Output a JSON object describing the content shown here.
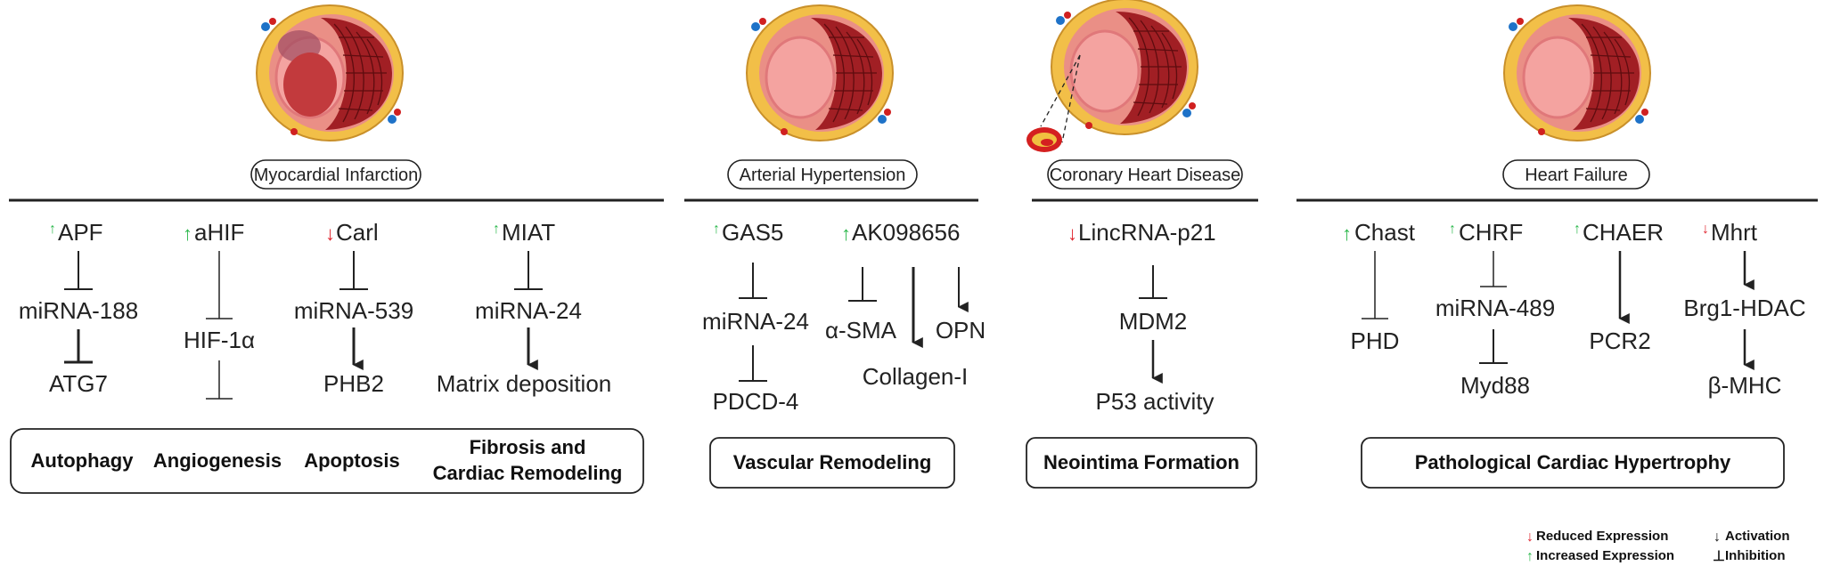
{
  "colors": {
    "up": "#2db84d",
    "down": "#e0262f",
    "ink": "#222222"
  },
  "panels": {
    "mi": {
      "disease": "Myocardial Infarction",
      "col1": {
        "gene": "APF",
        "mid": "miRNA-188",
        "target": "ATG7",
        "effect": "Autophagy"
      },
      "col2": {
        "gene": "aHIF",
        "mid": "HIF-1α",
        "effect": "Angiogenesis"
      },
      "col3": {
        "gene": "Carl",
        "mid": "miRNA-539",
        "target": "PHB2",
        "effect": "Apoptosis"
      },
      "col4": {
        "gene": "MIAT",
        "mid": "miRNA-24",
        "target": "Matrix deposition",
        "effect1": "Fibrosis and",
        "effect2": "Cardiac Remodeling"
      }
    },
    "ah": {
      "disease": "Arterial Hypertension",
      "col1": {
        "gene": "GAS5",
        "mid": "miRNA-24",
        "target": "PDCD-4"
      },
      "col2": {
        "gene": "AK098656",
        "t1": "α-SMA",
        "t2": "Collagen-I",
        "t3": "OPN"
      },
      "effect": "Vascular Remodeling"
    },
    "chd": {
      "disease": "Coronary Heart Disease",
      "gene": "LincRNA-p21",
      "mid": "MDM2",
      "target": "P53 activity",
      "effect": "Neointima Formation"
    },
    "hf": {
      "disease": "Heart Failure",
      "col1": {
        "gene": "Chast",
        "target": "PHD"
      },
      "col2": {
        "gene": "CHRF",
        "mid": "miRNA-489",
        "target": "Myd88"
      },
      "col3": {
        "gene": "CHAER",
        "target": "PCR2"
      },
      "col4": {
        "gene": "Mhrt",
        "mid": "Brg1-HDAC",
        "target": "β-MHC"
      },
      "effect": "Pathological Cardiac Hypertrophy"
    }
  },
  "legend": {
    "reduced": "Reduced Expression",
    "increased": "Increased Expression",
    "activation": "Activation",
    "inhibition": "Inhibition"
  }
}
